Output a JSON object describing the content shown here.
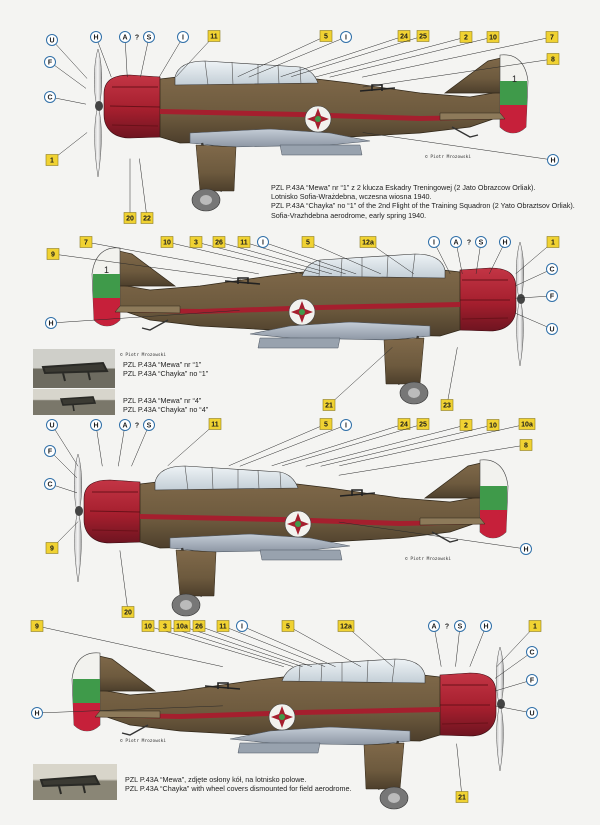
{
  "callouts": {
    "v1": {
      "top": [
        {
          "kind": "circle",
          "text": "U"
        },
        {
          "kind": "circle",
          "text": "H"
        },
        {
          "kind": "circle",
          "text": "A"
        },
        {
          "kind": "plain",
          "text": "?"
        },
        {
          "kind": "circle",
          "text": "S"
        },
        {
          "kind": "circle",
          "text": "I"
        },
        {
          "kind": "square",
          "text": "11"
        },
        {
          "kind": "square",
          "text": "5"
        },
        {
          "kind": "circle",
          "text": "I"
        },
        {
          "kind": "square",
          "text": "24"
        },
        {
          "kind": "square",
          "text": "25"
        },
        {
          "kind": "square",
          "text": "2"
        },
        {
          "kind": "square",
          "text": "10"
        },
        {
          "kind": "square",
          "text": "7"
        }
      ],
      "left": [
        {
          "kind": "circle",
          "text": "F"
        },
        {
          "kind": "circle",
          "text": "C"
        },
        {
          "kind": "square",
          "text": "1"
        }
      ],
      "right": [
        {
          "kind": "square",
          "text": "8"
        },
        {
          "kind": "circle",
          "text": "H"
        }
      ],
      "bottom": [
        {
          "kind": "square",
          "text": "20"
        },
        {
          "kind": "square",
          "text": "22"
        }
      ]
    },
    "v2": {
      "top": [
        {
          "kind": "square",
          "text": "7"
        },
        {
          "kind": "square",
          "text": "10"
        },
        {
          "kind": "square",
          "text": "3"
        },
        {
          "kind": "square",
          "text": "26"
        },
        {
          "kind": "square",
          "text": "11"
        },
        {
          "kind": "circle",
          "text": "I"
        },
        {
          "kind": "square",
          "text": "5"
        },
        {
          "kind": "square",
          "text": "12a"
        },
        {
          "kind": "circle",
          "text": "I"
        },
        {
          "kind": "circle",
          "text": "A"
        },
        {
          "kind": "plain",
          "text": "?"
        },
        {
          "kind": "circle",
          "text": "S"
        },
        {
          "kind": "circle",
          "text": "H"
        },
        {
          "kind": "square",
          "text": "1"
        }
      ],
      "left": [
        {
          "kind": "square",
          "text": "9"
        },
        {
          "kind": "circle",
          "text": "H"
        }
      ],
      "right": [
        {
          "kind": "circle",
          "text": "C"
        },
        {
          "kind": "circle",
          "text": "F"
        },
        {
          "kind": "circle",
          "text": "U"
        }
      ],
      "bottom": [
        {
          "kind": "square",
          "text": "21"
        },
        {
          "kind": "square",
          "text": "23"
        }
      ]
    },
    "v3": {
      "top": [
        {
          "kind": "circle",
          "text": "U"
        },
        {
          "kind": "circle",
          "text": "H"
        },
        {
          "kind": "circle",
          "text": "A"
        },
        {
          "kind": "plain",
          "text": "?"
        },
        {
          "kind": "circle",
          "text": "S"
        },
        {
          "kind": "square",
          "text": "11"
        },
        {
          "kind": "square",
          "text": "5"
        },
        {
          "kind": "circle",
          "text": "I"
        },
        {
          "kind": "square",
          "text": "24"
        },
        {
          "kind": "square",
          "text": "25"
        },
        {
          "kind": "square",
          "text": "2"
        },
        {
          "kind": "square",
          "text": "10"
        },
        {
          "kind": "square",
          "text": "10a"
        }
      ],
      "left": [
        {
          "kind": "circle",
          "text": "F"
        },
        {
          "kind": "circle",
          "text": "C"
        },
        {
          "kind": "square",
          "text": "9"
        }
      ],
      "right": [
        {
          "kind": "square",
          "text": "8"
        },
        {
          "kind": "circle",
          "text": "H"
        }
      ],
      "bottom": [
        {
          "kind": "square",
          "text": "20"
        }
      ]
    },
    "v4": {
      "top": [
        {
          "kind": "square",
          "text": "10"
        },
        {
          "kind": "square",
          "text": "3"
        },
        {
          "kind": "square",
          "text": "10a"
        },
        {
          "kind": "square",
          "text": "26"
        },
        {
          "kind": "square",
          "text": "11"
        },
        {
          "kind": "circle",
          "text": "I"
        },
        {
          "kind": "square",
          "text": "5"
        },
        {
          "kind": "square",
          "text": "12a"
        },
        {
          "kind": "circle",
          "text": "A"
        },
        {
          "kind": "plain",
          "text": "?"
        },
        {
          "kind": "circle",
          "text": "S"
        },
        {
          "kind": "circle",
          "text": "H"
        },
        {
          "kind": "square",
          "text": "1"
        }
      ],
      "left": [
        {
          "kind": "square",
          "text": "9"
        },
        {
          "kind": "circle",
          "text": "H"
        }
      ],
      "right": [
        {
          "kind": "circle",
          "text": "C"
        },
        {
          "kind": "circle",
          "text": "F"
        },
        {
          "kind": "circle",
          "text": "U"
        }
      ],
      "bottom": [
        {
          "kind": "square",
          "text": "21"
        }
      ]
    }
  },
  "captions": {
    "c1": [
      "PZL P.43A “Mewa” nr “1” z 2 klucza Eskadry Treningowej (2 Jato Obrazcow Orliak).",
      "Lotnisko Sofia-Wrażdebna, wczesna wiosna 1940.",
      "PZL P.43A “Chayka” no “1” of the 2nd Flight of the Training Squadron (2 Yato Obraztsov Orliak).",
      "Sofia-Vrazhdebna aerodrome, early spring 1940."
    ],
    "c2": [
      "PZL P.43A “Mewa” nr “1”",
      "PZL P.43A “Chayka” no “1”"
    ],
    "c3": [
      "PZL P.43A “Mewa” nr “4”",
      "PZL P.43A “Chayka” no “4”"
    ],
    "c4": [
      "PZL P.43A “Mewa”, zdjęte osłony kół, na lotnisko polowe.",
      "PZL P.43A “Chayka” with wheel covers dismounted for field aerodrome."
    ]
  },
  "artist_credit": "© Piotr Mrozowski",
  "fuselage_number": "1",
  "colors": {
    "camouflage_brown": "#6d5a3e",
    "underside_blue_gray": "#aab3bf",
    "cowling_red": "#a51f2e",
    "flag_white": "#f2f2ee",
    "flag_green": "#3f9a4a",
    "flag_red": "#c6203a",
    "callout_circle_border": "#2f6fa8",
    "callout_square_fill": "#f0d232"
  }
}
